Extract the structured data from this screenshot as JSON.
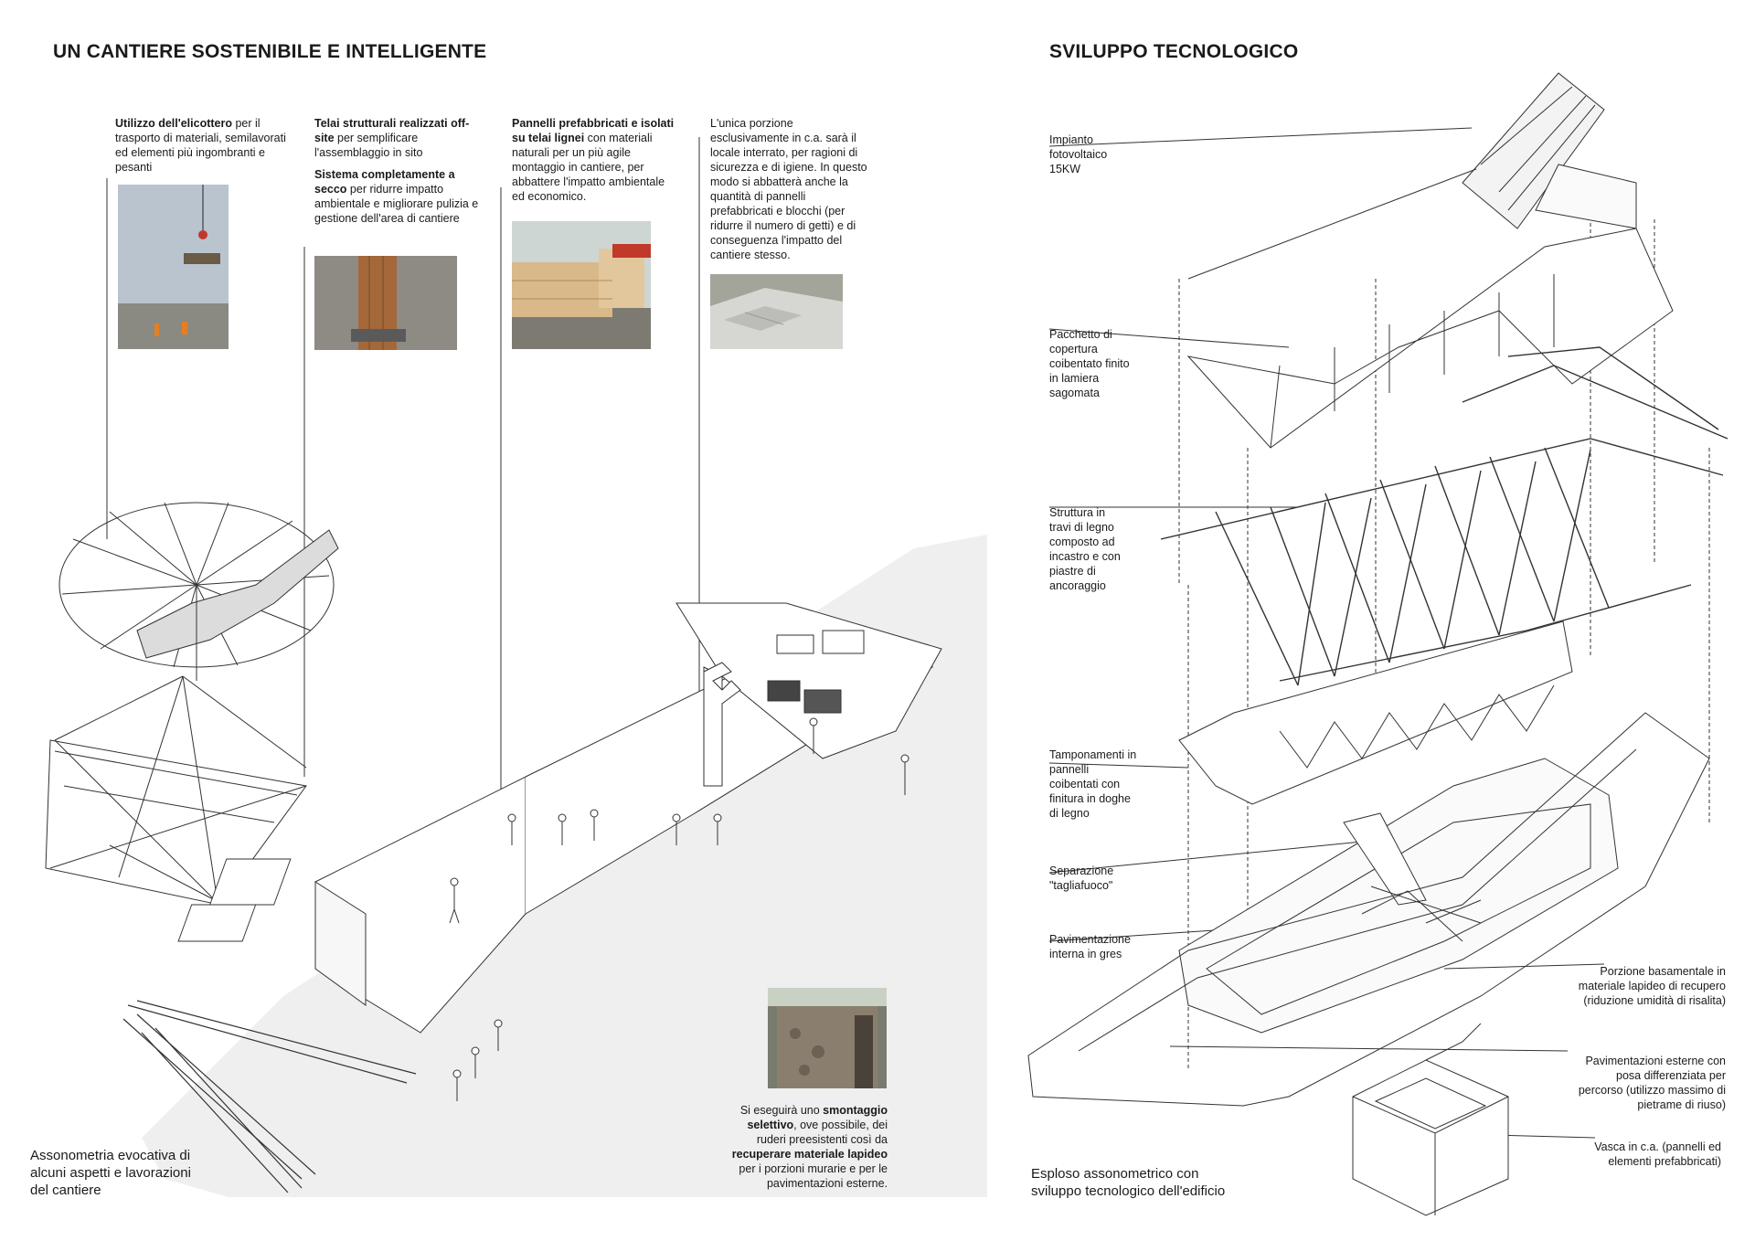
{
  "left": {
    "title": "UN CANTIERE SOSTENIBILE E INTELLIGENTE",
    "notes": [
      {
        "bold": "Utilizzo dell'elicottero",
        "text": " per il trasporto di materiali, semilavorati ed elementi più ingombranti e pesanti"
      },
      {
        "bold": "Telai strutturali realizzati off-site",
        "text": " per semplificare l'assemblaggio in sito",
        "bold2": "Sistema completamente a secco",
        "text2": " per ridurre impatto ambientale e migliorare pulizia e gestione dell'area di cantiere"
      },
      {
        "bold": "Pannelli prefabbricati e isolati su telai lignei",
        "text": " con materiali naturali per un più agile montaggio in cantiere, per abbattere l'impatto ambientale ed economico."
      },
      {
        "text": "L'unica porzione esclusivamente in c.a. sarà il locale interrato, per ragioni di sicurezza e di igiene. In questo modo si abbatterà anche la quantità di pannelli prefabbricati e blocchi (per ridurre il numero di getti) e di conseguenza l'impatto del cantiere stesso."
      }
    ],
    "demolition_note": {
      "t1": "Si eseguirà uno ",
      "b1": "smontaggio selettivo",
      "t2": ", ove possibile, dei ruderi preesistenti così da ",
      "b2": "recuperare materiale lapideo",
      "t3": " per i porzioni murarie e per le pavimentazioni esterne."
    },
    "caption": "Assonometria evocativa di alcuni aspetti e lavorazioni del cantiere"
  },
  "right": {
    "title": "SVILUPPO TECNOLOGICO",
    "labels_left": [
      "Impianto fotovoltaico 15KW",
      "Pacchetto di copertura coibentato finito in lamiera sagomata",
      "Struttura in travi di legno composto ad incastro e con piastre di ancoraggio",
      "Tamponamenti in pannelli coibentati con finitura in doghe di legno",
      "Separazione \"tagliafuoco\"",
      "Pavimentazione interna in gres"
    ],
    "labels_right": [
      "Porzione basamentale in materiale lapideo di recupero (riduzione umidità di risalita)",
      "Pavimentazioni esterne con posa differenziata per percorso (utilizzo massimo di pietrame di riuso)",
      "Vasca in c.a. (pannelli ed elementi prefabbricati)"
    ],
    "caption": "Esploso assonometrico con sviluppo tecnologico dell'edificio"
  },
  "colors": {
    "ink": "#1a1a1a",
    "line": "#333333",
    "ground": "#eeeeee"
  }
}
